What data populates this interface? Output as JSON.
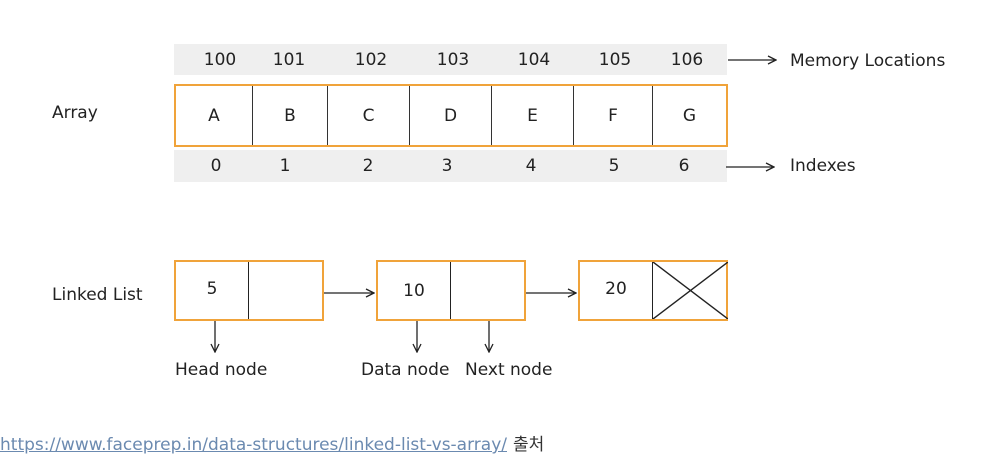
{
  "array": {
    "label": "Array",
    "memory_locations": [
      "100",
      "101",
      "102",
      "103",
      "104",
      "105",
      "106"
    ],
    "values": [
      "A",
      "B",
      "C",
      "D",
      "E",
      "F",
      "G"
    ],
    "indexes": [
      "0",
      "1",
      "2",
      "3",
      "4",
      "5",
      "6"
    ],
    "memory_label": "Memory Locations",
    "indexes_label": "Indexes"
  },
  "linked_list": {
    "label": "Linked List",
    "nodes": [
      {
        "data": "5"
      },
      {
        "data": "10"
      },
      {
        "data": "20",
        "null_next": true
      }
    ],
    "head_label": "Head node",
    "data_label": "Data node",
    "next_label": "Next node"
  },
  "footer": {
    "link_text": "https://www.faceprep.in/data-structures/linked-list-vs-array/",
    "source_note": "출처"
  },
  "colors": {
    "cell_border": "#f0a33a",
    "band": "#efefef",
    "link": "#6b8ab0"
  }
}
